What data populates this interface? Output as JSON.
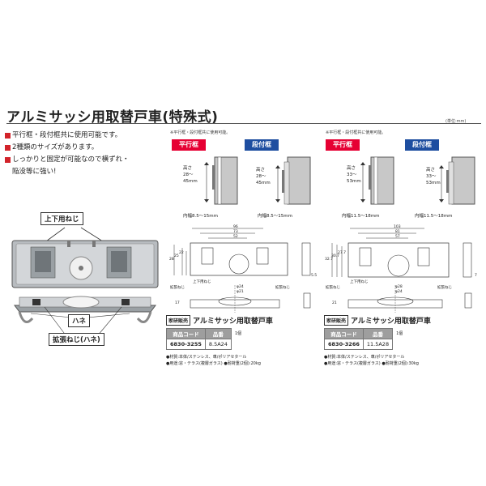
{
  "title": "アルミサッシ用取替戸車(特殊式)",
  "unit_note": "(単位:mm)",
  "features": [
    "平行框・段付框共に使用可能です。",
    "2種類のサイズがあります。",
    "しっかりと固定が可能なので横ずれ・",
    "陥没等に強い!"
  ],
  "callouts": {
    "top_screw": "上下用ねじ",
    "hane": "ハネ",
    "expand_screw": "拡張ねじ(ハネ)"
  },
  "left_product": {
    "note": "※平行框・段付框共に使用可能。",
    "tag_parallel": "平行框",
    "tag_stepped": "段付框",
    "height_parallel": "高さ 28〜 45mm",
    "height_stepped": "高さ 28〜 45mm",
    "width_parallel": "内幅8.5〜15mm",
    "width_stepped": "内幅8.5〜15mm",
    "dims_top": [
      "96",
      "73",
      "52"
    ],
    "dims_side": [
      "28",
      "25",
      "22"
    ],
    "dim_small": "5.5",
    "dims_bottom": [
      "φ24",
      "φ21"
    ],
    "dims_bottom_side": "17",
    "screw_top": "上下用ねじ",
    "screw_expand": "拡張ねじ",
    "screw_expand2": "拡張ねじ",
    "maker": "家研販売",
    "product_name": "アルミサッシ用取替戸車",
    "col_code": "商品コード",
    "col_part": "品番",
    "code": "6830-3255",
    "part": "8.5A24",
    "qty": "1個",
    "material": "●材質:本体/ステンレス、車/ポリアセタール",
    "usage": "●用途:窓・テラス(複層ガラス) ●耐荷重(2個):20kg"
  },
  "right_product": {
    "note": "※平行框・段付框共に使用可能。",
    "tag_parallel": "平行框",
    "tag_stepped": "段付框",
    "height_parallel": "高さ 33〜 53mm",
    "height_stepped": "高さ 33〜 53mm",
    "width_parallel": "内幅11.5〜18mm",
    "width_stepped": "内幅11.5〜18mm",
    "dims_top": [
      "103",
      "81",
      "57"
    ],
    "dims_side": [
      "32.7",
      "30.7",
      "27.7"
    ],
    "dim_small": "7",
    "dims_bottom": [
      "φ28",
      "φ24"
    ],
    "dims_bottom_side": "21",
    "screw_top": "上下用ねじ",
    "screw_expand": "拡張ねじ",
    "screw_expand2": "拡張ねじ",
    "maker": "家研販売",
    "product_name": "アルミサッシ用取替戸車",
    "col_code": "商品コード",
    "col_part": "品番",
    "code": "6830-3266",
    "part": "11.5A28",
    "qty": "1個",
    "material": "●材質:本体/ステンレス、車/ポリアセタール",
    "usage": "●用途:窓・テラス(複層ガラス) ●耐荷重(2個):30kg"
  }
}
